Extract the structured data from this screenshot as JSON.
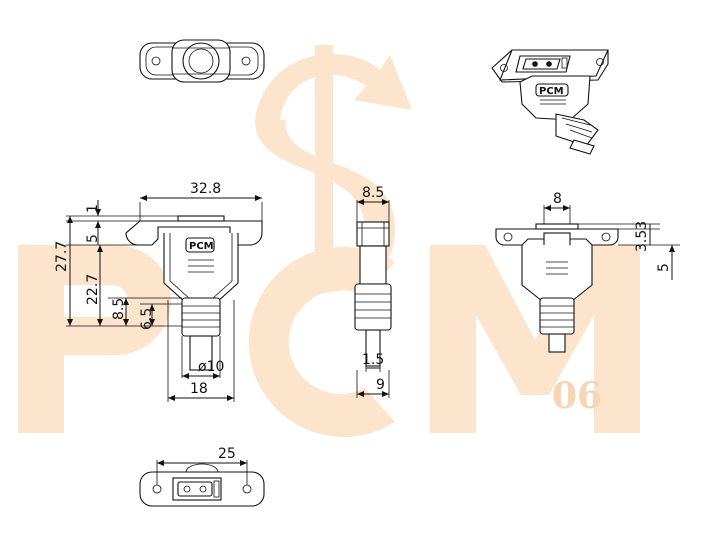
{
  "watermark": {
    "text": "PCM",
    "code": "06",
    "color": "#fde4cc"
  },
  "dimensions": {
    "front_width": "32.8",
    "front_h_1": "1",
    "front_h_5": "5",
    "front_h_27_7": "27.7",
    "front_h_22_7": "22.7",
    "front_h_8_5": "8.5",
    "front_h_6_5": "6.5",
    "front_dia": "ø10",
    "front_bottom": "18",
    "side_top": "8.5",
    "side_pin": "1.5",
    "side_bottom": "9",
    "back_slot": "8",
    "back_h_353": "3.53",
    "back_h_5": "5",
    "bottom_width": "25"
  },
  "labels": {
    "logo_front": "PCM",
    "logo_iso": "PCM"
  }
}
